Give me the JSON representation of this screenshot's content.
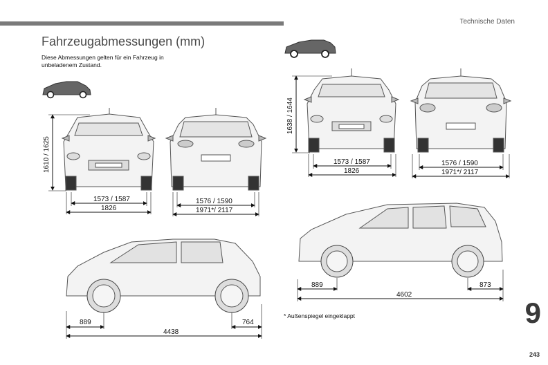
{
  "header": {
    "section": "Technische Daten"
  },
  "title": "Fahrzeugabmessungen (mm)",
  "intro": "Diese Abmessungen gelten für ein Fahrzeug in unbeladenem Zustand.",
  "left_vehicle": {
    "height": "1610 / 1625",
    "front_track": "1573 / 1587",
    "front_width": "1826",
    "rear_track": "1576 / 1590",
    "rear_width": "1971*/ 2117",
    "front_overhang": "889",
    "rear_overhang": "764",
    "length": "4438"
  },
  "right_vehicle": {
    "height": "1638 / 1644",
    "front_track": "1573 / 1587",
    "front_width": "1826",
    "rear_track": "1576 / 1590",
    "rear_width": "1971*/ 2117",
    "front_overhang": "889",
    "rear_overhang": "873",
    "length": "4602"
  },
  "footnote": "* Außenspiegel eingeklappt",
  "chapter": "9",
  "page_number": "243"
}
